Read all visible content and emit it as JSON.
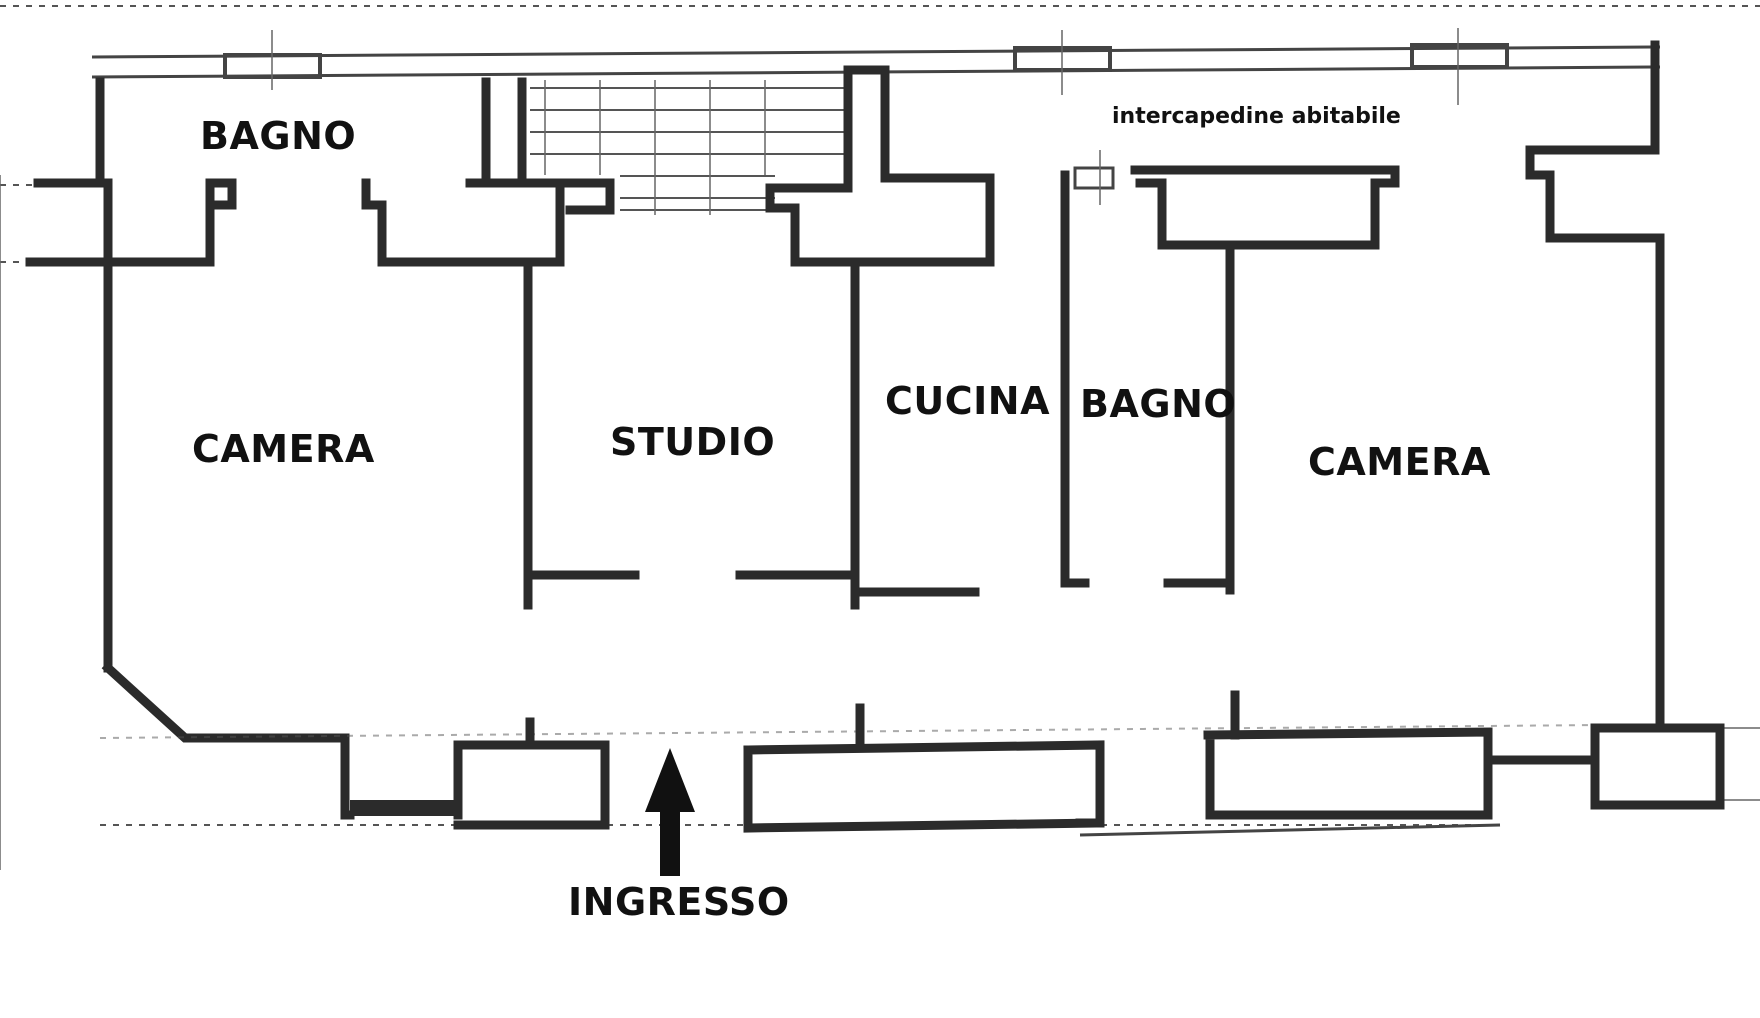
{
  "rooms": {
    "bagno_1": "BAGNO",
    "camera_1": "CAMERA",
    "studio": "STUDIO",
    "cucina": "CUCINA",
    "bagno_2": "BAGNO",
    "camera_2": "CAMERA",
    "intercapedine": "intercapedine abitabile"
  },
  "entrance": {
    "label": "INGRESSO",
    "icon": "arrow-up-icon"
  },
  "colors": {
    "walls": "#2b2b2b",
    "background": "#ffffff",
    "text": "#111111"
  }
}
